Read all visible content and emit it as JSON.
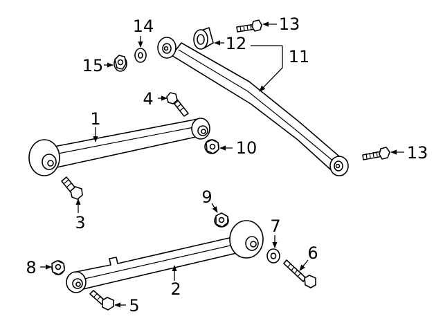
{
  "diagram": {
    "callouts": {
      "c1": "1",
      "c2": "2",
      "c3": "3",
      "c4": "4",
      "c5": "5",
      "c6": "6",
      "c7": "7",
      "c8": "8",
      "c9": "9",
      "c10": "10",
      "c11": "11",
      "c12": "12",
      "c13a": "13",
      "c13b": "13",
      "c14": "14",
      "c15": "15"
    }
  }
}
